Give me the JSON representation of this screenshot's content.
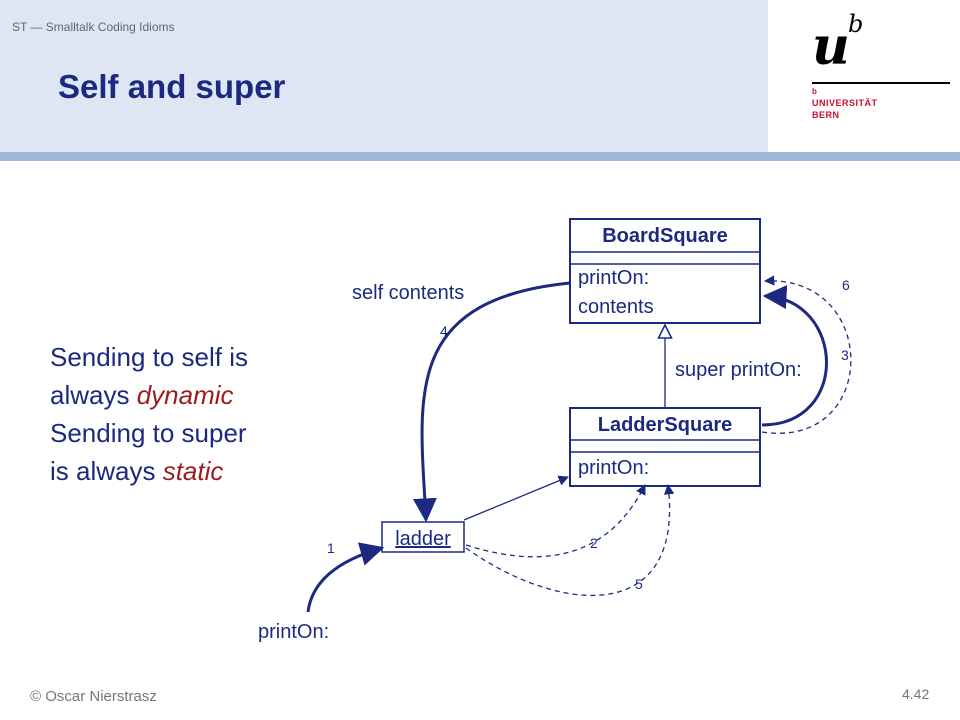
{
  "header": {
    "course": "ST — Smalltalk Coding Idioms",
    "title": "Self and super"
  },
  "logo": {
    "mark_u": "u",
    "mark_b": "b",
    "small_b": "b",
    "line1": "UNIVERSITÄT",
    "line2": "BERN"
  },
  "body": {
    "line1": "Sending to self is",
    "line2_prefix": "always ",
    "line2_em": "dynamic",
    "line3": "Sending to super",
    "line4_prefix": "is always ",
    "line4_em": "static"
  },
  "diagram": {
    "board_square": {
      "name": "BoardSquare",
      "methods": [
        "printOn:",
        "contents"
      ]
    },
    "ladder_square": {
      "name": "LadderSquare",
      "methods": [
        "printOn:"
      ]
    },
    "instance": "ladder",
    "labels": {
      "self_contents": "self contents",
      "super_printon": "super printOn:",
      "print_on": "printOn:"
    },
    "steps": [
      "1",
      "2",
      "3",
      "4",
      "5",
      "6"
    ]
  },
  "footer": {
    "author": "© Oscar Nierstrasz",
    "page": "4.42"
  },
  "colors": {
    "accent": "#1b2a80",
    "emphasis": "#9b1c1c",
    "header_bg": "#dde6f2",
    "header_bar": "#9fb7d9",
    "brand_red": "#c8102e"
  }
}
